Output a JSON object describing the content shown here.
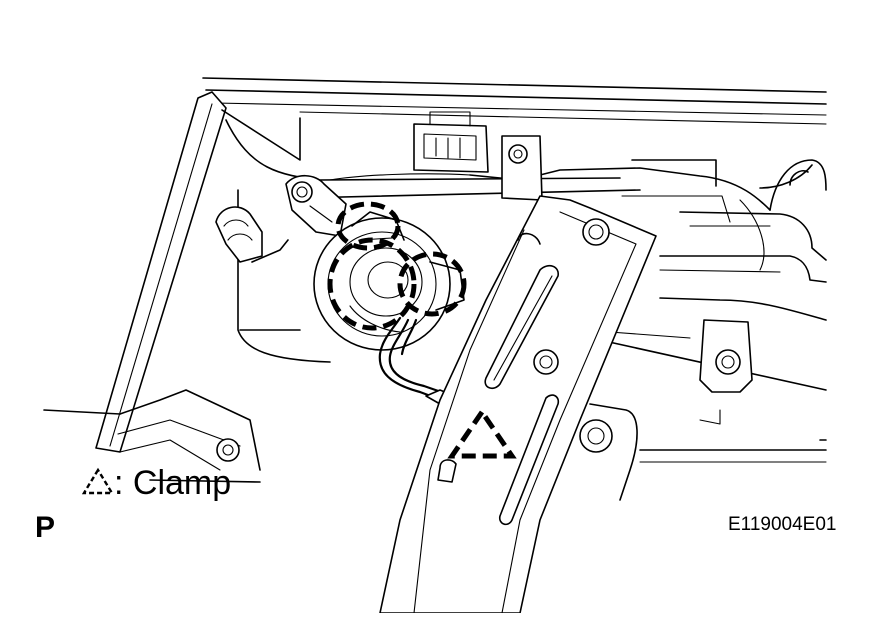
{
  "legend": {
    "symbol": "clamp-triangle-icon",
    "text": ": Clamp"
  },
  "corner_label": "P",
  "figure_code": "E119004E01",
  "colors": {
    "ink": "#000000",
    "paper": "#ffffff"
  }
}
